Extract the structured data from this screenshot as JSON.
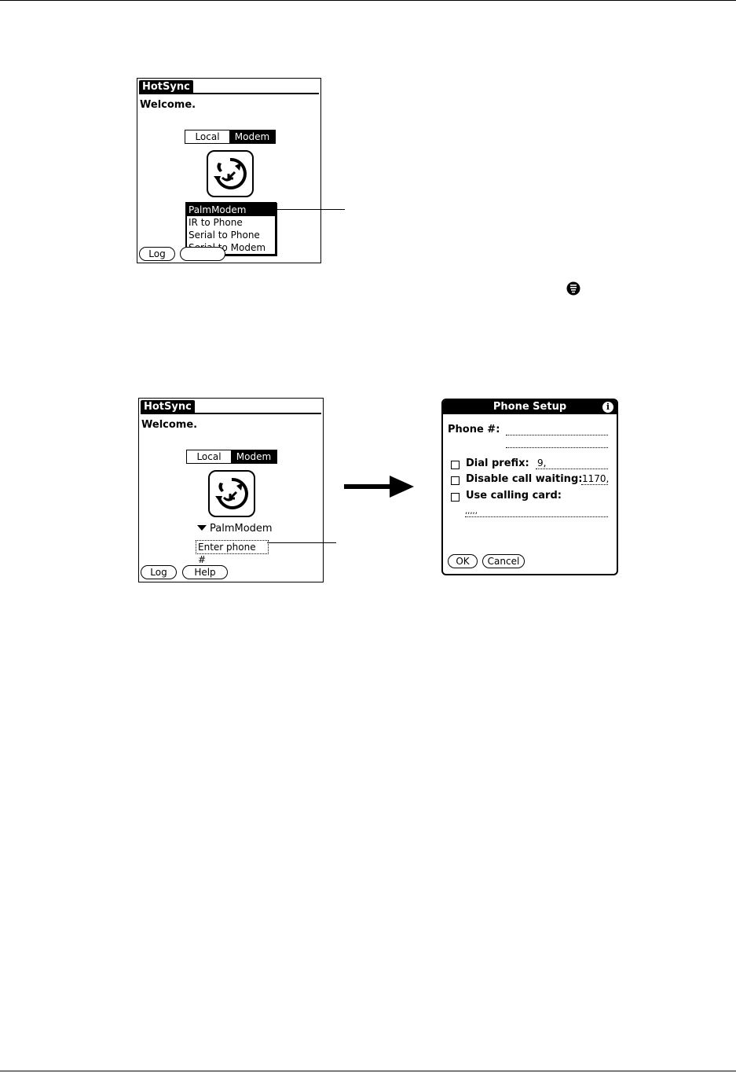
{
  "screen1": {
    "title": "HotSync",
    "welcome": "Welcome.",
    "seg_local": "Local",
    "seg_modem": "Modem",
    "popup_items": [
      "PalmModem",
      "IR to Phone",
      "Serial to Phone",
      "Serial to Modem"
    ],
    "log_label": "Log"
  },
  "screen2": {
    "title": "HotSync",
    "welcome": "Welcome.",
    "seg_local": "Local",
    "seg_modem": "Modem",
    "modem_selected": "PalmModem",
    "enter_phone": "Enter phone #",
    "log_label": "Log",
    "help_label": "Help"
  },
  "dialog": {
    "title": "Phone Setup",
    "info": "i",
    "phone_label": "Phone #:",
    "dial_prefix_label": "Dial prefix:",
    "dial_prefix_value": "9,",
    "disable_cw_label": "Disable call waiting:",
    "disable_cw_value": "1170,",
    "calling_card_label": "Use calling card:",
    "calling_card_value": ",,,,,",
    "ok_label": "OK",
    "cancel_label": "Cancel"
  },
  "icons": {
    "hotsync": "hotsync-modem-icon",
    "menu": "menu-icon",
    "arrow": "arrow-right-icon",
    "triangle": "triangle-down-icon"
  }
}
